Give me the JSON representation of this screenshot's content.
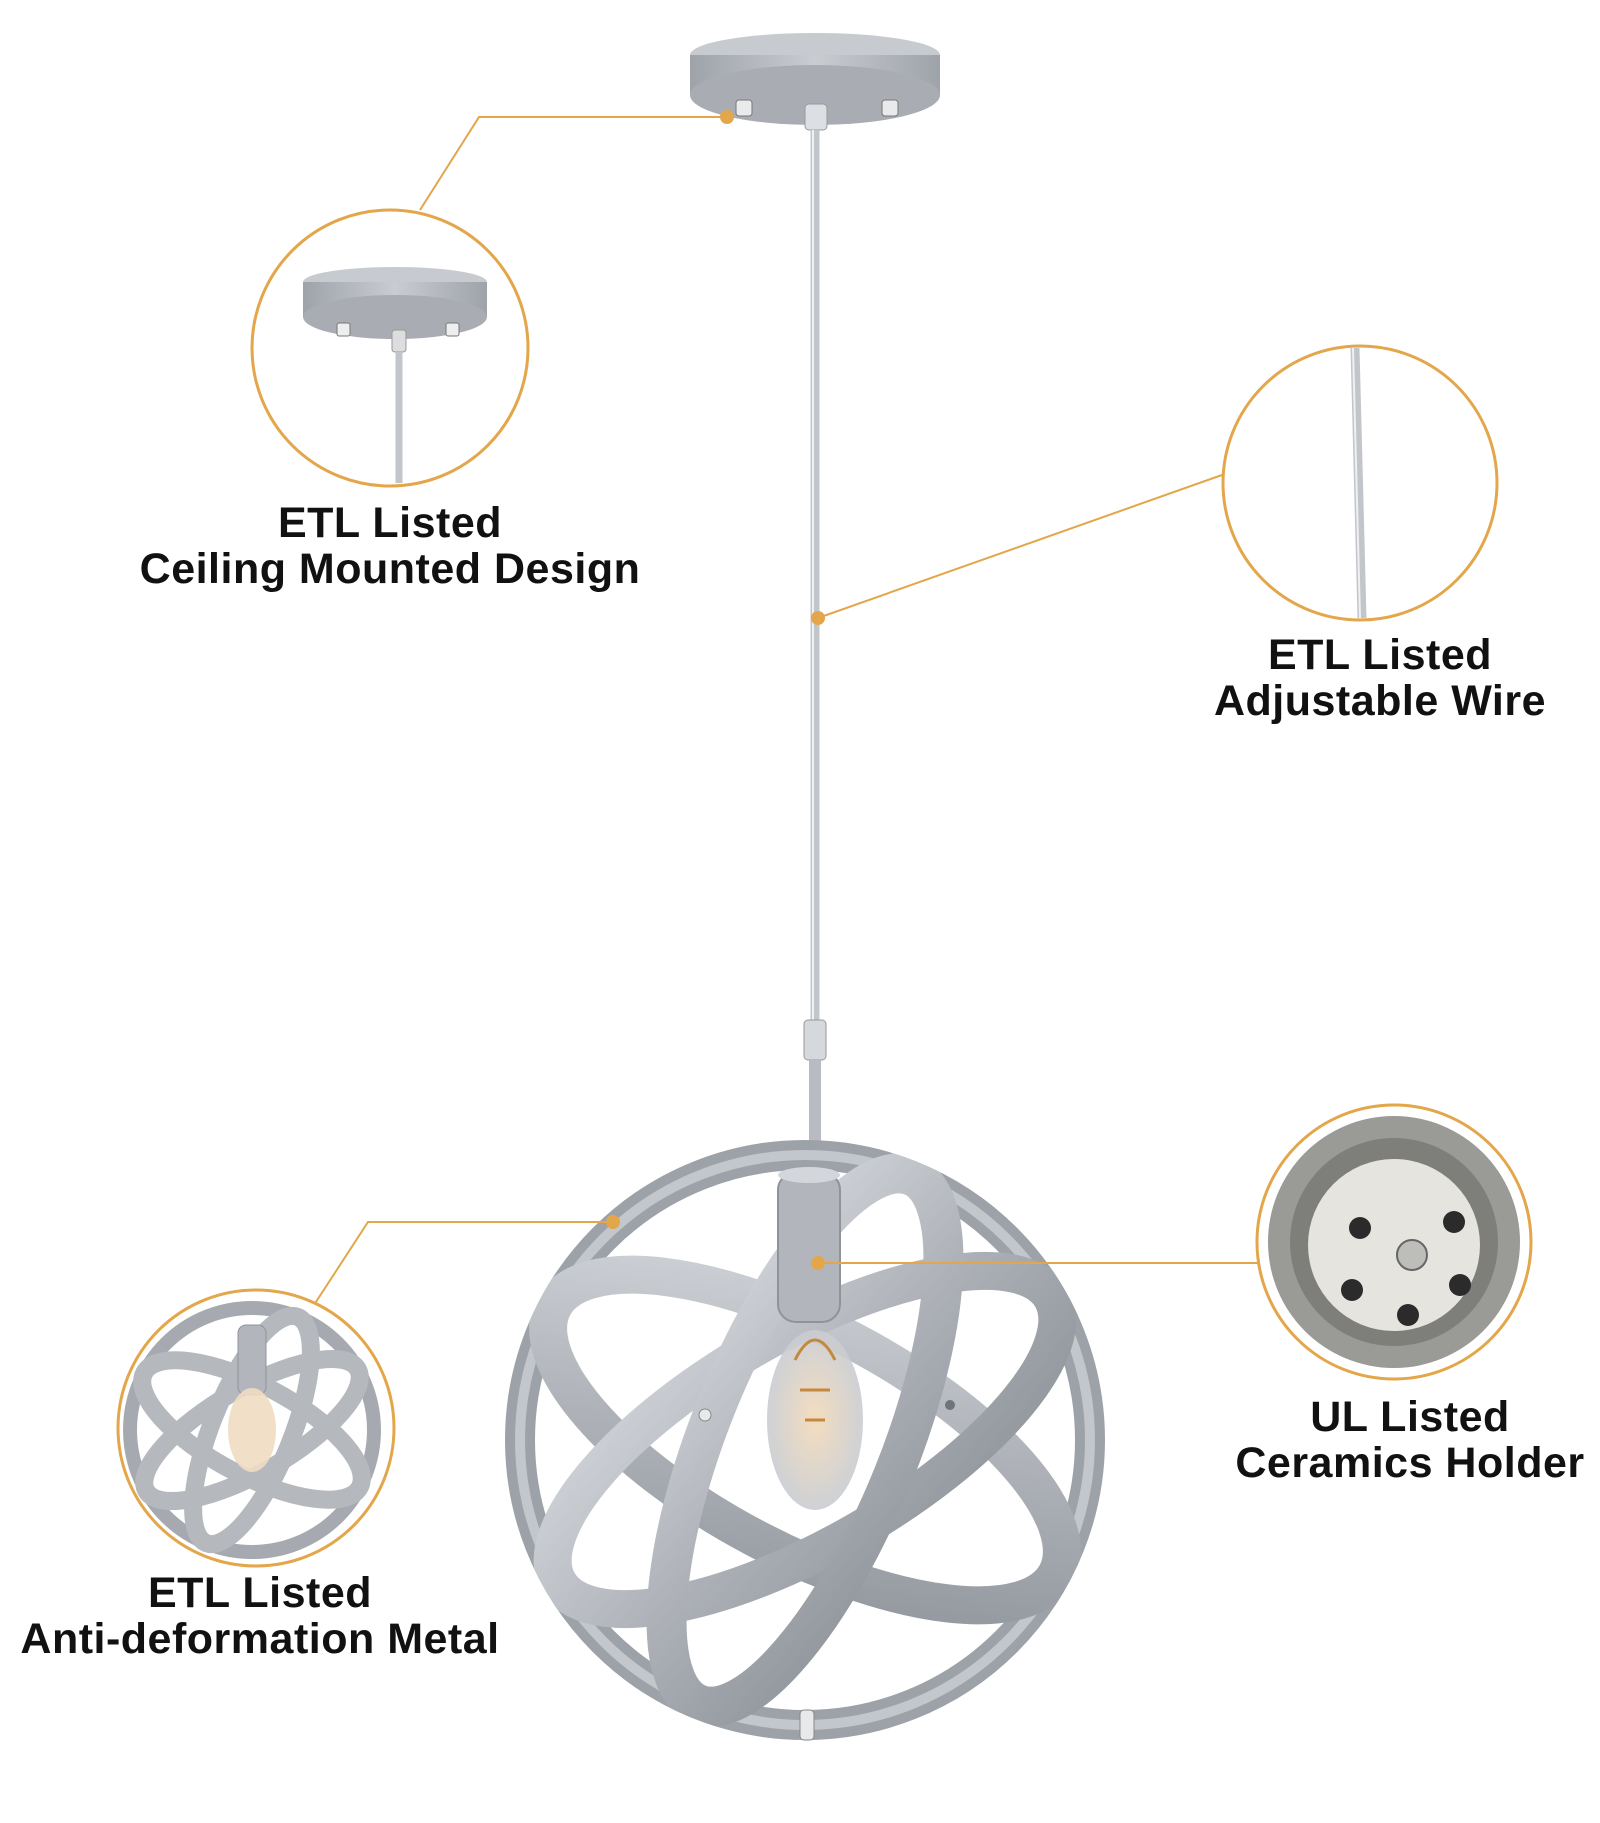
{
  "accent_color": "#e3a64a",
  "metal_color": "#b3b7bd",
  "callouts": [
    {
      "id": "ceiling",
      "icon": "ceiling-canopy-icon",
      "line1": "ETL Listed",
      "line2": "Ceiling Mounted Design"
    },
    {
      "id": "wire",
      "icon": "wire-icon",
      "line1": "ETL Listed",
      "line2": "Adjustable Wire"
    },
    {
      "id": "holder",
      "icon": "ceramic-socket-icon",
      "line1": "UL Listed",
      "line2": "Ceramics Holder"
    },
    {
      "id": "metal",
      "icon": "sphere-cage-icon",
      "line1": "ETL Listed",
      "line2": "Anti-deformation Metal"
    }
  ]
}
